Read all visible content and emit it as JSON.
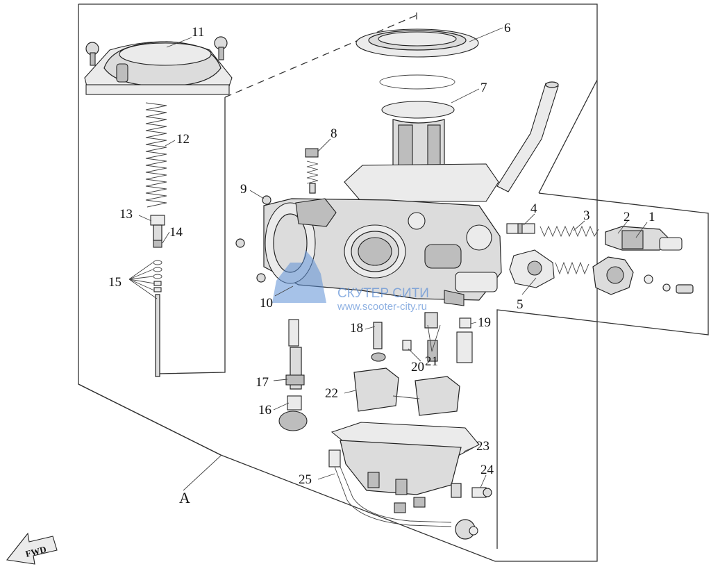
{
  "diagram": {
    "callouts": [
      {
        "id": "c1",
        "text": "1"
      },
      {
        "id": "c2",
        "text": "2"
      },
      {
        "id": "c3",
        "text": "3"
      },
      {
        "id": "c4",
        "text": "4"
      },
      {
        "id": "c5",
        "text": "5"
      },
      {
        "id": "c6",
        "text": "6"
      },
      {
        "id": "c7",
        "text": "7"
      },
      {
        "id": "c8",
        "text": "8"
      },
      {
        "id": "c9",
        "text": "9"
      },
      {
        "id": "c10",
        "text": "10"
      },
      {
        "id": "c11",
        "text": "11"
      },
      {
        "id": "c12",
        "text": "12"
      },
      {
        "id": "c13",
        "text": "13"
      },
      {
        "id": "c14",
        "text": "14"
      },
      {
        "id": "c15",
        "text": "15"
      },
      {
        "id": "c16",
        "text": "16"
      },
      {
        "id": "c17",
        "text": "17"
      },
      {
        "id": "c18",
        "text": "18"
      },
      {
        "id": "c19",
        "text": "19"
      },
      {
        "id": "c20",
        "text": "20"
      },
      {
        "id": "c21",
        "text": "21"
      },
      {
        "id": "c22",
        "text": "22"
      },
      {
        "id": "c23",
        "text": "23"
      },
      {
        "id": "c24",
        "text": "24"
      },
      {
        "id": "c25",
        "text": "25"
      }
    ],
    "section_label": "A",
    "direction_label": "FWD"
  },
  "watermark": {
    "brand": "СКУТЕР СИТИ",
    "url": "www.scooter-city.ru",
    "color": "#5d8fd6"
  }
}
